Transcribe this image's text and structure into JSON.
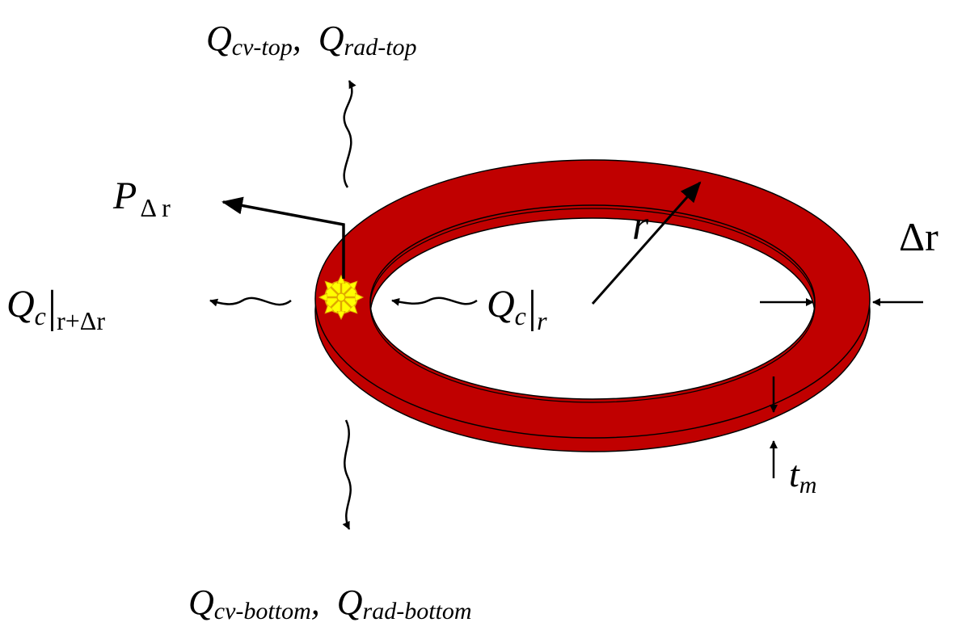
{
  "colors": {
    "ring": "#c00000",
    "ring_edge": "#7a0000",
    "source": "#ffff00",
    "source_outline": "#e0a800",
    "ink": "#000000"
  },
  "labels": {
    "top": {
      "q1": "Q",
      "q1_sub": "cv-top",
      "comma": ",",
      "q2": "Q",
      "q2_sub": "rad-top"
    },
    "bottom": {
      "q1": "Q",
      "q1_sub": "cv-bottom",
      "comma": ",",
      "q2": "Q",
      "q2_sub": "rad-bottom"
    },
    "power": {
      "main": "P",
      "sub": "Δ r"
    },
    "qc_outer": {
      "main": "Q",
      "sub_c": "c",
      "bar": "|",
      "sub_r": "r+Δr"
    },
    "qc_inner": {
      "main": "Q",
      "sub_c": "c",
      "bar": "|",
      "sub_r": "r"
    },
    "radius": "r",
    "delta_r": "Δr",
    "thickness": {
      "main": "t",
      "sub": "m"
    }
  }
}
